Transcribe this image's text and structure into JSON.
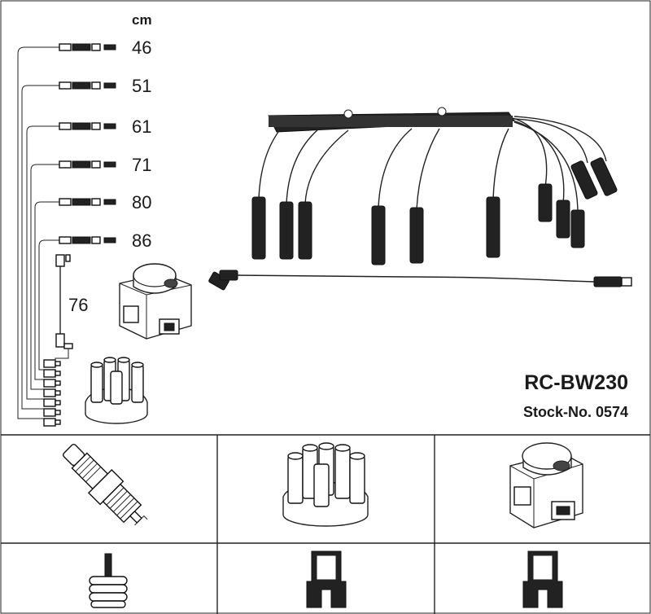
{
  "unit": "cm",
  "lengths": [
    "46",
    "51",
    "61",
    "71",
    "80",
    "86"
  ],
  "coil_lead_length": "76",
  "product_code": "RC-BW230",
  "stock_label": "Stock-No. 0574",
  "components": {
    "top": [
      "spark-plug",
      "distributor-cap",
      "ignition-coil"
    ],
    "bottom": [
      "spark-plug-terminal",
      "distributor-cap-terminal",
      "ignition-coil-terminal"
    ]
  }
}
